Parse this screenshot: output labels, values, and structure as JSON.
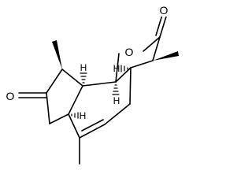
{
  "atoms": {
    "ring_oxygen": "O",
    "carbonyl_oxygen_lactone": "O",
    "carbonyl_oxygen_ketone": "O",
    "hydrogen_c9b": "H",
    "hydrogen_c9a": "H",
    "hydrogen_c3a": "H",
    "hydrogen_c6a": "H"
  }
}
